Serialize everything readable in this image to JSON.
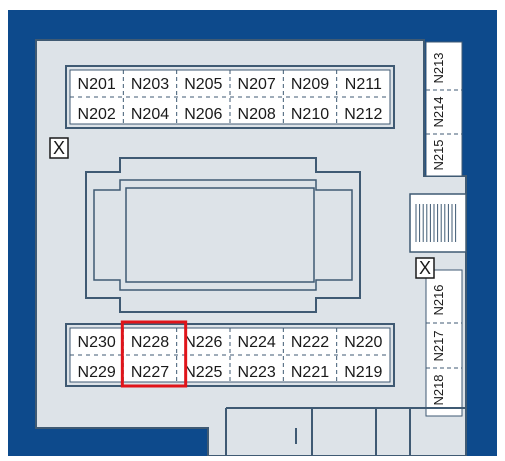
{
  "map": {
    "top_row_upper": [
      "N201",
      "N203",
      "N205",
      "N207",
      "N209",
      "N211"
    ],
    "top_row_lower": [
      "N202",
      "N204",
      "N206",
      "N208",
      "N210",
      "N212"
    ],
    "bottom_row_upper": [
      "N230",
      "N228",
      "N226",
      "N224",
      "N222",
      "N220"
    ],
    "bottom_row_lower": [
      "N229",
      "N227",
      "N225",
      "N223",
      "N221",
      "N219"
    ],
    "right_column_upper": [
      "N213",
      "N214",
      "N215"
    ],
    "right_column_lower": [
      "N216",
      "N217",
      "N218"
    ],
    "exit_marker": "X",
    "highlighted_rooms": [
      "N228",
      "N227"
    ],
    "colors": {
      "frame": "#0d4a8c",
      "floor": "#dde3e8",
      "walls": "#3f5a73",
      "highlight": "#e0141a"
    }
  }
}
